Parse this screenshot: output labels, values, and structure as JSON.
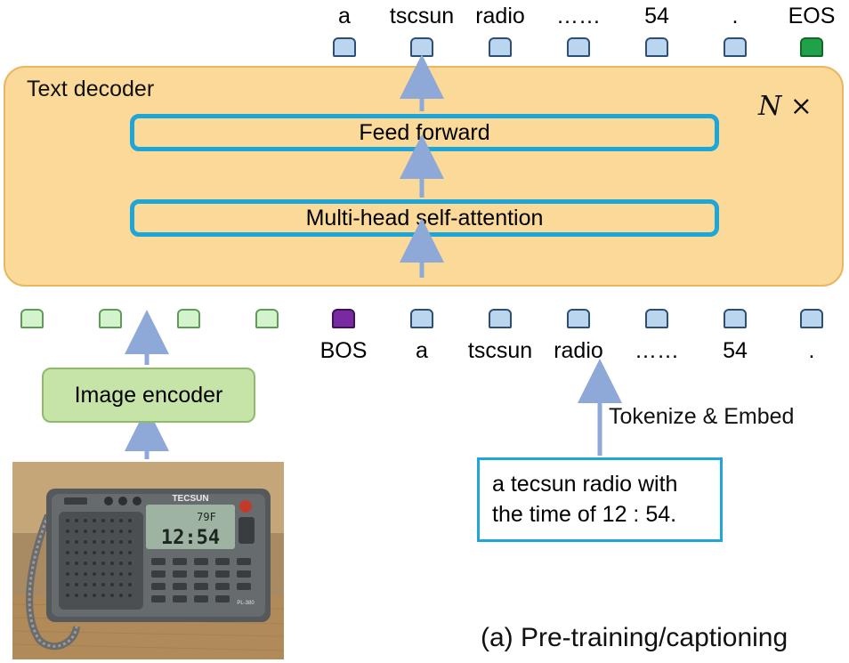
{
  "output_tokens": [
    "a",
    "tscsun",
    "radio",
    "……",
    "54",
    ".",
    "EOS"
  ],
  "decoder": {
    "title": "Text decoder",
    "repeat_label": "N ×",
    "feed_forward_label": "Feed forward",
    "attention_label": "Multi-head self-attention"
  },
  "input_tokens": [
    "BOS",
    "a",
    "tscsun",
    "radio",
    "……",
    "54",
    "."
  ],
  "image_encoder_label": "Image encoder",
  "tokenize_label": "Tokenize & Embed",
  "caption_text": [
    "a tecsun radio with",
    "the time of 12 : 54."
  ],
  "figure_caption": "(a) Pre-training/captioning",
  "photo": {
    "brand_text": "TECSUN",
    "display_time": "12:54",
    "display_temp": "79F",
    "model_text": "PL-380"
  },
  "colors": {
    "decoder_fill": "#fbd999",
    "block_border": "#1fa6d9",
    "text_token": "#bcd5ef",
    "image_token": "#d3f3cc",
    "bos_token": "#7a2aa0",
    "eos_token": "#1fa24a",
    "arrow": "#8ea8d8"
  }
}
